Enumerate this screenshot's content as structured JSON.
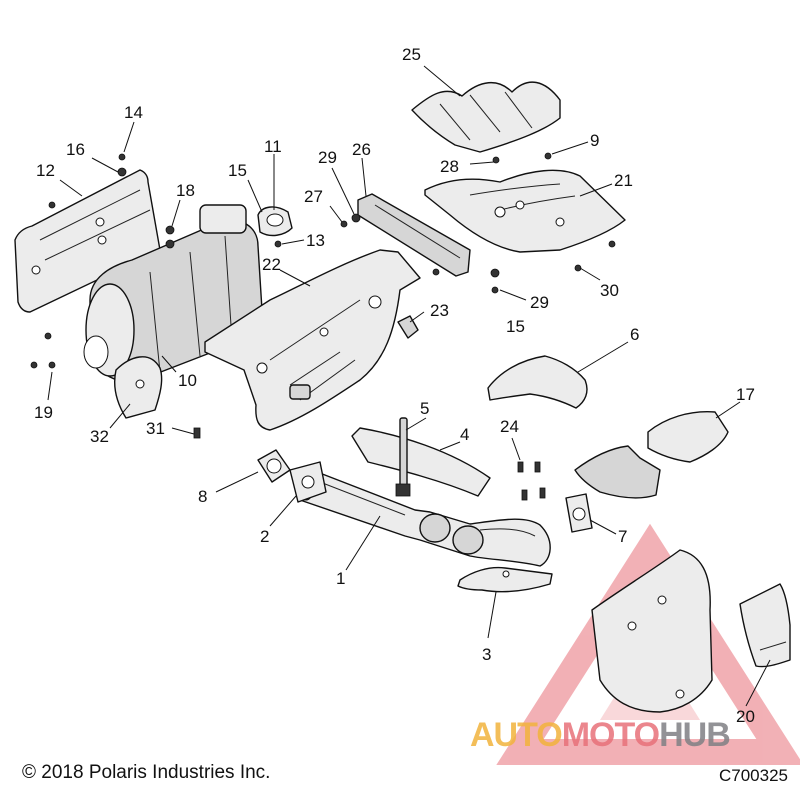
{
  "diagram": {
    "callouts": [
      {
        "id": "c25",
        "label": "25"
      },
      {
        "id": "c9",
        "label": "9"
      },
      {
        "id": "c28",
        "label": "28"
      },
      {
        "id": "c21",
        "label": "21"
      },
      {
        "id": "c14",
        "label": "14"
      },
      {
        "id": "c16",
        "label": "16"
      },
      {
        "id": "c12",
        "label": "12"
      },
      {
        "id": "c18",
        "label": "18"
      },
      {
        "id": "c11",
        "label": "11"
      },
      {
        "id": "c15a",
        "label": "15"
      },
      {
        "id": "c29a",
        "label": "29"
      },
      {
        "id": "c26",
        "label": "26"
      },
      {
        "id": "c27",
        "label": "27"
      },
      {
        "id": "c13",
        "label": "13"
      },
      {
        "id": "c22",
        "label": "22"
      },
      {
        "id": "c29b",
        "label": "29"
      },
      {
        "id": "c30",
        "label": "30"
      },
      {
        "id": "c15b",
        "label": "15"
      },
      {
        "id": "c23",
        "label": "23"
      },
      {
        "id": "c6",
        "label": "6"
      },
      {
        "id": "c10",
        "label": "10"
      },
      {
        "id": "c19",
        "label": "19"
      },
      {
        "id": "c32",
        "label": "32"
      },
      {
        "id": "c17",
        "label": "17"
      },
      {
        "id": "c5",
        "label": "5"
      },
      {
        "id": "c4",
        "label": "4"
      },
      {
        "id": "c24",
        "label": "24"
      },
      {
        "id": "c31",
        "label": "31"
      },
      {
        "id": "c8",
        "label": "8"
      },
      {
        "id": "c2",
        "label": "2"
      },
      {
        "id": "c7",
        "label": "7"
      },
      {
        "id": "c1",
        "label": "1"
      },
      {
        "id": "c3",
        "label": "3"
      },
      {
        "id": "c20",
        "label": "20"
      }
    ]
  },
  "footer": {
    "copyright": "© 2018 Polaris Industries Inc.",
    "code": "C700325"
  },
  "watermark": {
    "part1": "AUTO",
    "part2": "MOTO",
    "part3": "HUB",
    "colors": {
      "auto": "#f2b33d",
      "moto": "#e8717a",
      "hub": "#7f8084",
      "triangle": "#e8717a"
    }
  }
}
